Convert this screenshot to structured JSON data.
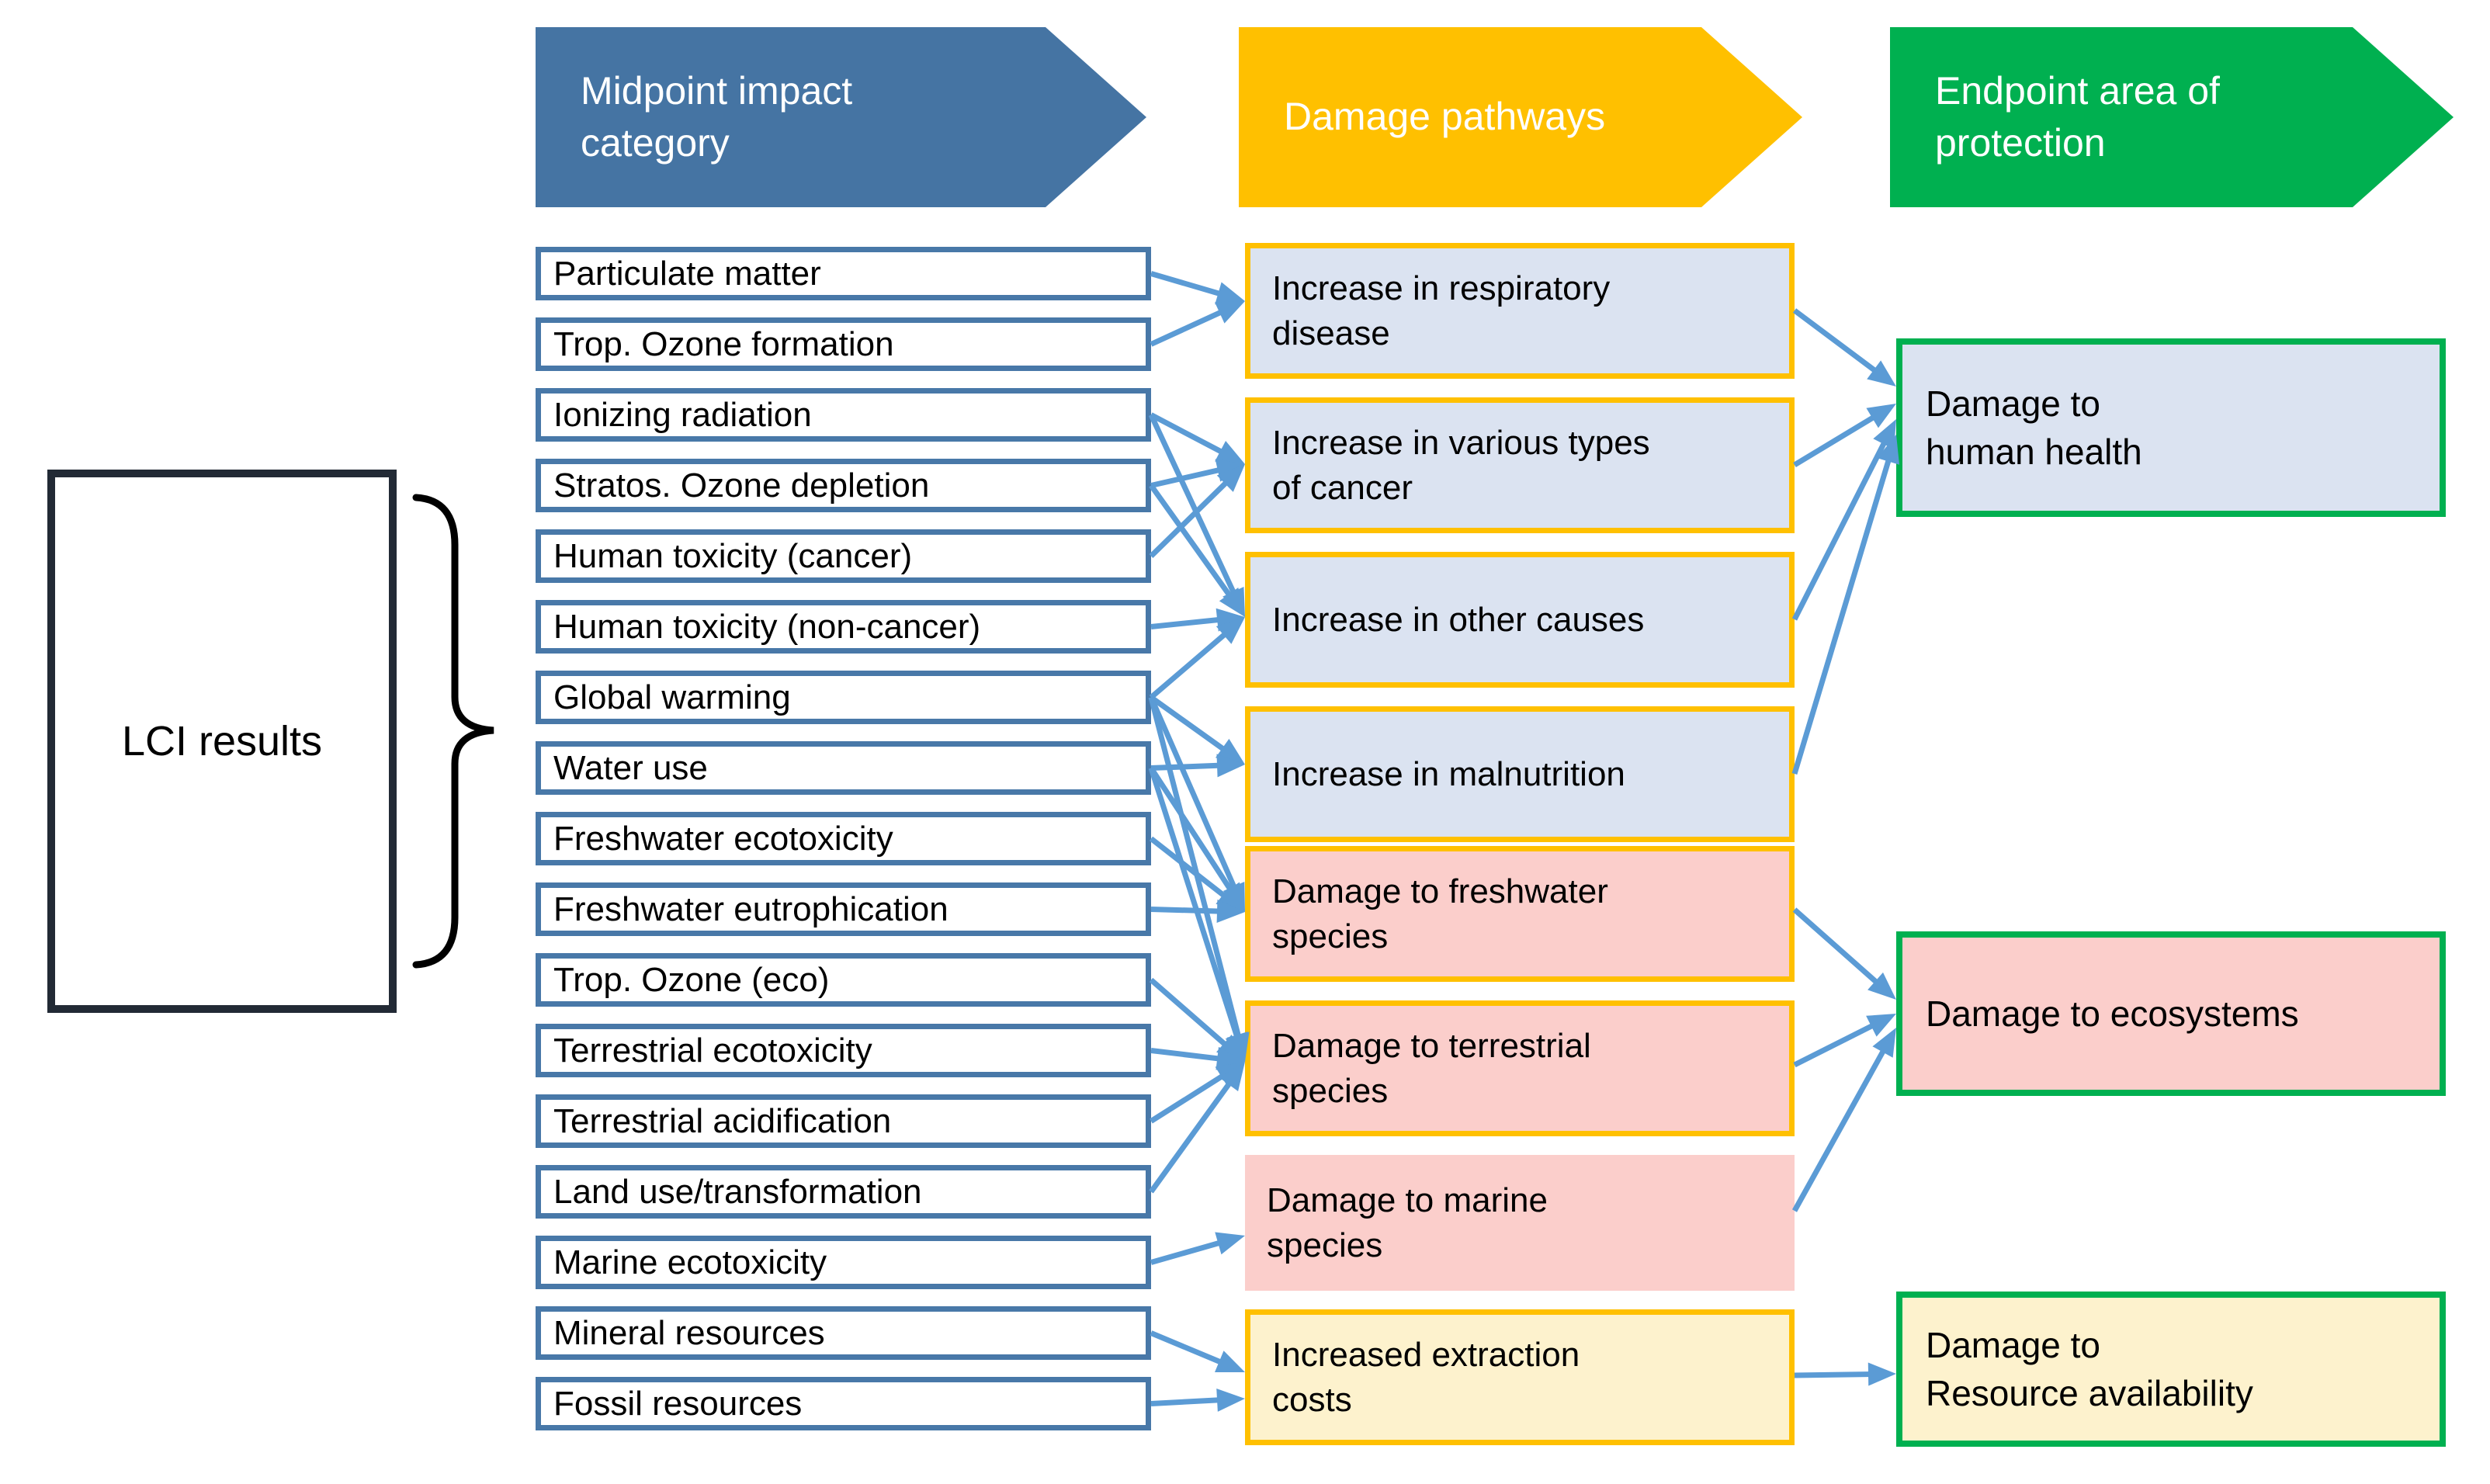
{
  "headers": [
    {
      "label": "Midpoint impact\ncategory"
    },
    {
      "label": "Damage pathways"
    },
    {
      "label": "Endpoint area of\nprotection"
    }
  ],
  "lci": {
    "label": "LCI results"
  },
  "midpoints": [
    {
      "label": "Particulate matter"
    },
    {
      "label": "Trop. Ozone formation"
    },
    {
      "label": "Ionizing radiation"
    },
    {
      "label": "Stratos. Ozone depletion"
    },
    {
      "label": "Human toxicity (cancer)"
    },
    {
      "label": "Human toxicity (non-cancer)"
    },
    {
      "label": "Global warming"
    },
    {
      "label": "Water use"
    },
    {
      "label": "Freshwater ecotoxicity"
    },
    {
      "label": "Freshwater eutrophication"
    },
    {
      "label": "Trop. Ozone (eco)"
    },
    {
      "label": "Terrestrial ecotoxicity"
    },
    {
      "label": "Terrestrial acidification"
    },
    {
      "label": "Land use/transformation"
    },
    {
      "label": "Marine ecotoxicity"
    },
    {
      "label": "Mineral resources"
    },
    {
      "label": "Fossil resources"
    }
  ],
  "pathways": [
    {
      "key": "respiratory",
      "label": "Increase in respiratory\ndisease",
      "group": "health"
    },
    {
      "key": "cancer",
      "label": "Increase in various types\nof cancer",
      "group": "health"
    },
    {
      "key": "other",
      "label": "Increase in other causes",
      "group": "health"
    },
    {
      "key": "malnutrition",
      "label": "Increase in malnutrition",
      "group": "health"
    },
    {
      "key": "freshwater",
      "label": "Damage to freshwater\nspecies",
      "group": "ecosystem"
    },
    {
      "key": "terrestrial",
      "label": "Damage to terrestrial\nspecies",
      "group": "ecosystem"
    },
    {
      "key": "marine",
      "label": "Damage to marine\nspecies",
      "group": "ecosystem",
      "borderless": true
    },
    {
      "key": "extraction",
      "label": "Increased extraction\ncosts",
      "group": "resource"
    }
  ],
  "endpoints": [
    {
      "key": "human_health",
      "label": "Damage to\nhuman health",
      "group": "health"
    },
    {
      "key": "ecosystems",
      "label": "Damage to ecosystems",
      "group": "ecosystem"
    },
    {
      "key": "resources",
      "label": "Damage to\nResource availability",
      "group": "resource"
    }
  ],
  "connections": {
    "midpoint_to_pathway": [
      {
        "from": 0,
        "to": "respiratory"
      },
      {
        "from": 1,
        "to": "respiratory"
      },
      {
        "from": 2,
        "to": "cancer"
      },
      {
        "from": 2,
        "to": "other"
      },
      {
        "from": 3,
        "to": "cancer"
      },
      {
        "from": 3,
        "to": "other"
      },
      {
        "from": 4,
        "to": "cancer"
      },
      {
        "from": 5,
        "to": "other"
      },
      {
        "from": 6,
        "to": "other"
      },
      {
        "from": 6,
        "to": "malnutrition"
      },
      {
        "from": 6,
        "to": "freshwater"
      },
      {
        "from": 6,
        "to": "terrestrial"
      },
      {
        "from": 7,
        "to": "malnutrition"
      },
      {
        "from": 7,
        "to": "freshwater"
      },
      {
        "from": 7,
        "to": "terrestrial"
      },
      {
        "from": 8,
        "to": "freshwater"
      },
      {
        "from": 9,
        "to": "freshwater"
      },
      {
        "from": 10,
        "to": "terrestrial"
      },
      {
        "from": 11,
        "to": "terrestrial"
      },
      {
        "from": 12,
        "to": "terrestrial"
      },
      {
        "from": 13,
        "to": "terrestrial"
      },
      {
        "from": 14,
        "to": "marine"
      },
      {
        "from": 15,
        "to": "extraction",
        "slot": 0
      },
      {
        "from": 16,
        "to": "extraction",
        "slot": 1
      }
    ],
    "pathway_to_endpoint": [
      {
        "from": "respiratory",
        "to": "human_health"
      },
      {
        "from": "cancer",
        "to": "human_health"
      },
      {
        "from": "other",
        "to": "human_health"
      },
      {
        "from": "malnutrition",
        "to": "human_health"
      },
      {
        "from": "freshwater",
        "to": "ecosystems"
      },
      {
        "from": "terrestrial",
        "to": "ecosystems"
      },
      {
        "from": "marine",
        "to": "ecosystems"
      },
      {
        "from": "extraction",
        "to": "resources"
      }
    ]
  },
  "colors": {
    "header_midpoint": "#4574a3",
    "header_pathways": "#FFC000",
    "header_endpoint": "#00B050",
    "midpoint_border": "#4878a8",
    "pathway_border": "#FFC000",
    "endpoint_border": "#00B050",
    "arrow": "#5B9BD5",
    "lci_border": "#222a35",
    "fill_health": "#dbe3f1",
    "fill_ecosystem": "#fbcecb",
    "fill_resource": "#fdf2cd"
  }
}
